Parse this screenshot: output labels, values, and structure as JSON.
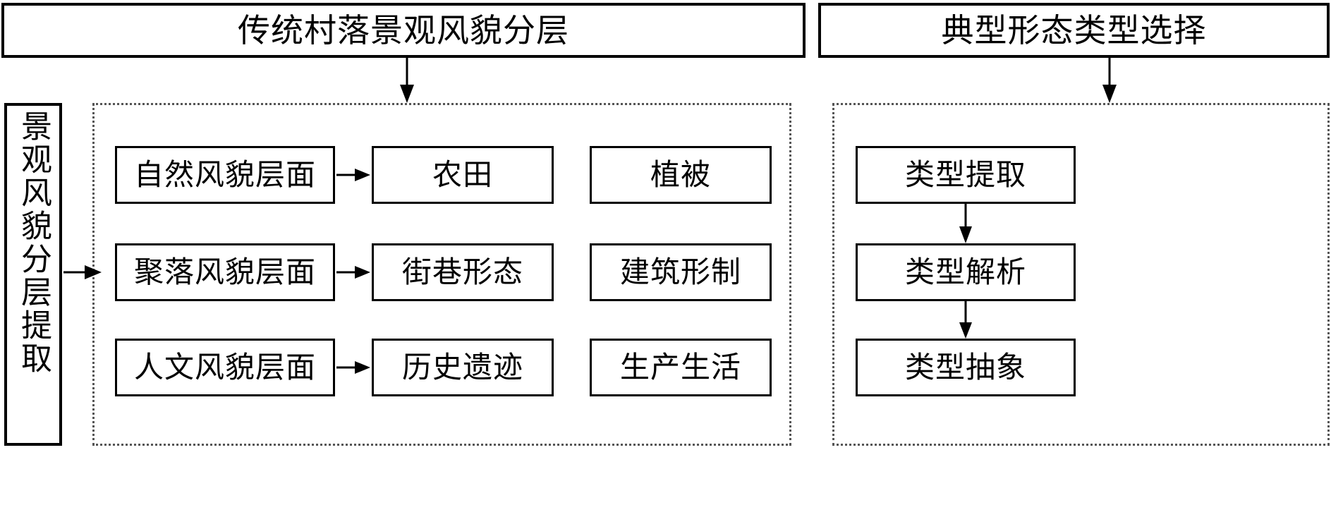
{
  "diagram": {
    "title_box": "传统村落景观风貌分层",
    "right_title_box": "典型形态类型选择",
    "vertical_label": "景观风貌分层提取",
    "layers": [
      {
        "name": "自然风貌层面",
        "items": [
          "农田",
          "植被"
        ]
      },
      {
        "name": "聚落风貌层面",
        "items": [
          "街巷形态",
          "建筑形制"
        ]
      },
      {
        "name": "人文风貌层面",
        "items": [
          "历史遗迹",
          "生产生活"
        ]
      }
    ],
    "process_steps": [
      "类型提取",
      "类型解析",
      "类型抽象"
    ],
    "colors": {
      "line": "#000000",
      "dotted_border": "#555555",
      "background": "#ffffff",
      "text": "#000000"
    },
    "arrows": {
      "title_to_panel": "arrow-down",
      "right_title_to_panel": "arrow-down",
      "vertical_label_to_layers": "arrow-right",
      "layer_to_item": "arrow-right",
      "process_step": "arrow-down"
    }
  }
}
